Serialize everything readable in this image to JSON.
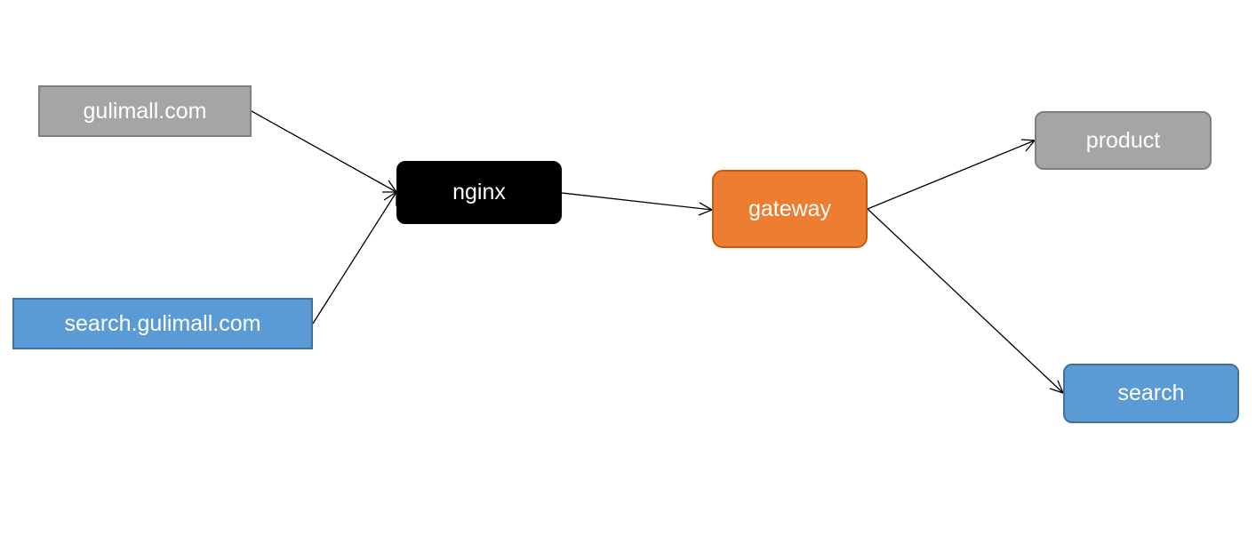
{
  "nodes": {
    "gulimall": {
      "label": "gulimall.com"
    },
    "search_domain": {
      "label": "search.gulimall.com"
    },
    "nginx": {
      "label": "nginx"
    },
    "gateway": {
      "label": "gateway"
    },
    "product": {
      "label": "product"
    },
    "search": {
      "label": "search"
    }
  },
  "edges": [
    {
      "from": "gulimall.com",
      "to": "nginx"
    },
    {
      "from": "search.gulimall.com",
      "to": "nginx"
    },
    {
      "from": "nginx",
      "to": "gateway"
    },
    {
      "from": "gateway",
      "to": "product"
    },
    {
      "from": "gateway",
      "to": "search"
    }
  ],
  "colors": {
    "gray_fill": "#a5a5a5",
    "blue_fill": "#5b9bd5",
    "black_fill": "#000000",
    "orange_fill": "#ed7d31",
    "edge": "#000000"
  }
}
